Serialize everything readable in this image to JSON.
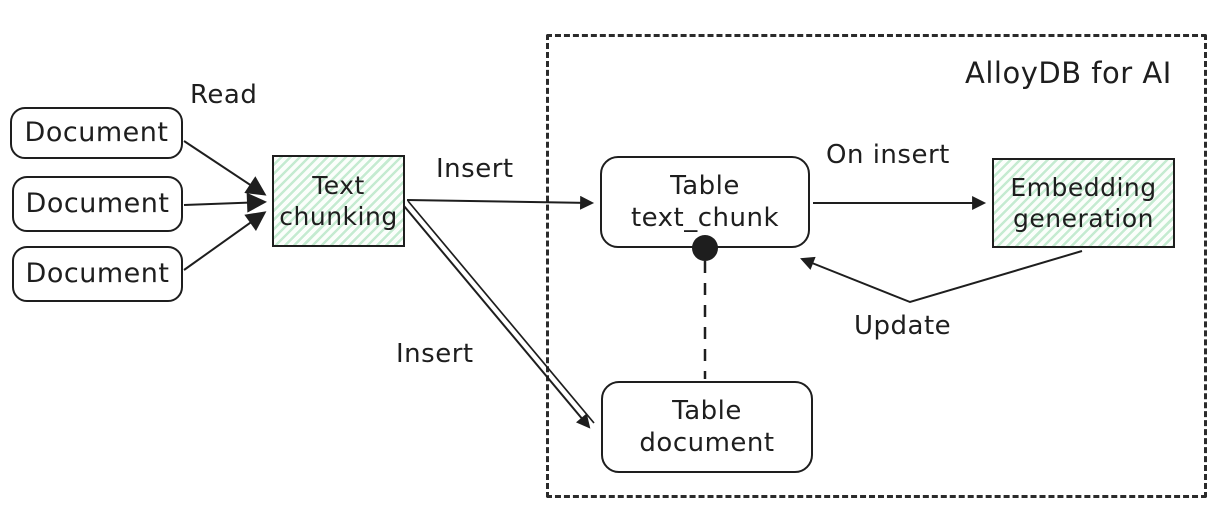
{
  "region": {
    "label": "AlloyDB for AI"
  },
  "nodes": {
    "document1": {
      "label": "Document"
    },
    "document2": {
      "label": "Document"
    },
    "document3": {
      "label": "Document"
    },
    "text_chunking": {
      "label": "Text\nchunking"
    },
    "table_text_chunk": {
      "label": "Table\ntext_chunk"
    },
    "embedding_generation": {
      "label": "Embedding\ngeneration"
    },
    "table_document": {
      "label": "Table\ndocument"
    }
  },
  "edges": {
    "read": {
      "label": "Read"
    },
    "insert_to_text_chunk": {
      "label": "Insert"
    },
    "insert_to_document": {
      "label": "Insert"
    },
    "on_insert": {
      "label": "On insert"
    },
    "update": {
      "label": "Update"
    }
  },
  "colors": {
    "stroke": "#1e1e1e",
    "hatch_green": "#c5ebd1",
    "hatch_background": "#fbfefb",
    "background": "#ffffff"
  }
}
